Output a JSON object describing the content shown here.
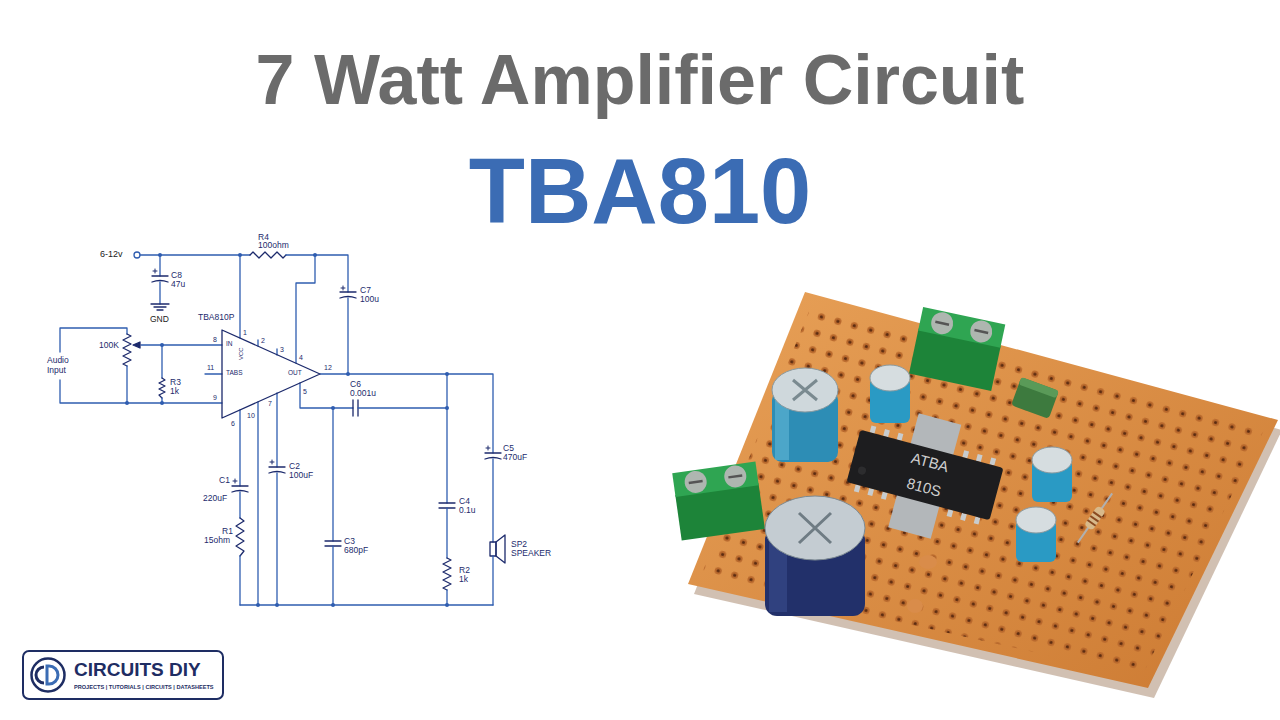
{
  "diagram": {
    "title": "7 Watt Amplifier Circuit",
    "nodes": [
      {
        "text": [
          "TBA810P",
          "IN",
          "VCC",
          "TABS",
          "OUT"
        ]
      },
      {
        "text": [
          "CIRCUITS DIY",
          "PROJECTS | TUTORIALS | CIRCUITS | DATASHEETS"
        ]
      }
    ],
    "labels": [
      "TBA810",
      "6-12v",
      "C8",
      "47u",
      "GND",
      "R4",
      "100ohm",
      "C7",
      "100u",
      "Audio Input",
      "100K",
      "R3",
      "1k",
      "C6",
      "0.001u",
      "C5",
      "470uF",
      "C1",
      "220uF",
      "R1",
      "15ohm",
      "C2",
      "100uF",
      "C3",
      "680pF",
      "C4",
      "0.1u",
      "R2",
      "1k",
      "SP2",
      "SPEAKER",
      "1",
      "2",
      "3",
      "4",
      "8",
      "11",
      "9",
      "12",
      "5",
      "6",
      "10",
      "7",
      "ATBA",
      "810S"
    ]
  }
}
